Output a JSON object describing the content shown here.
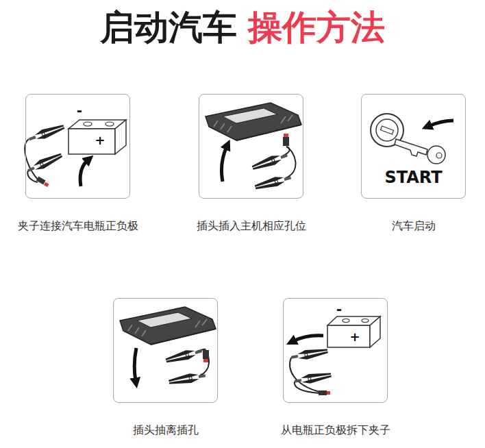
{
  "diagram": {
    "title": "启动汽车",
    "nodes": [
      {
        "text": [
          "夹子连接汽车电瓶正负极"
        ]
      },
      {
        "text": [
          "插头插入主机相应孔位"
        ]
      },
      {
        "text": [
          "汽车启动"
        ]
      },
      {
        "text": [
          "插头抽离插孔"
        ]
      },
      {
        "text": [
          "从电瓶正负极拆下夹子"
        ]
      }
    ],
    "labels": [
      "操作方法",
      "-",
      "+",
      "START",
      "-",
      "+"
    ]
  }
}
